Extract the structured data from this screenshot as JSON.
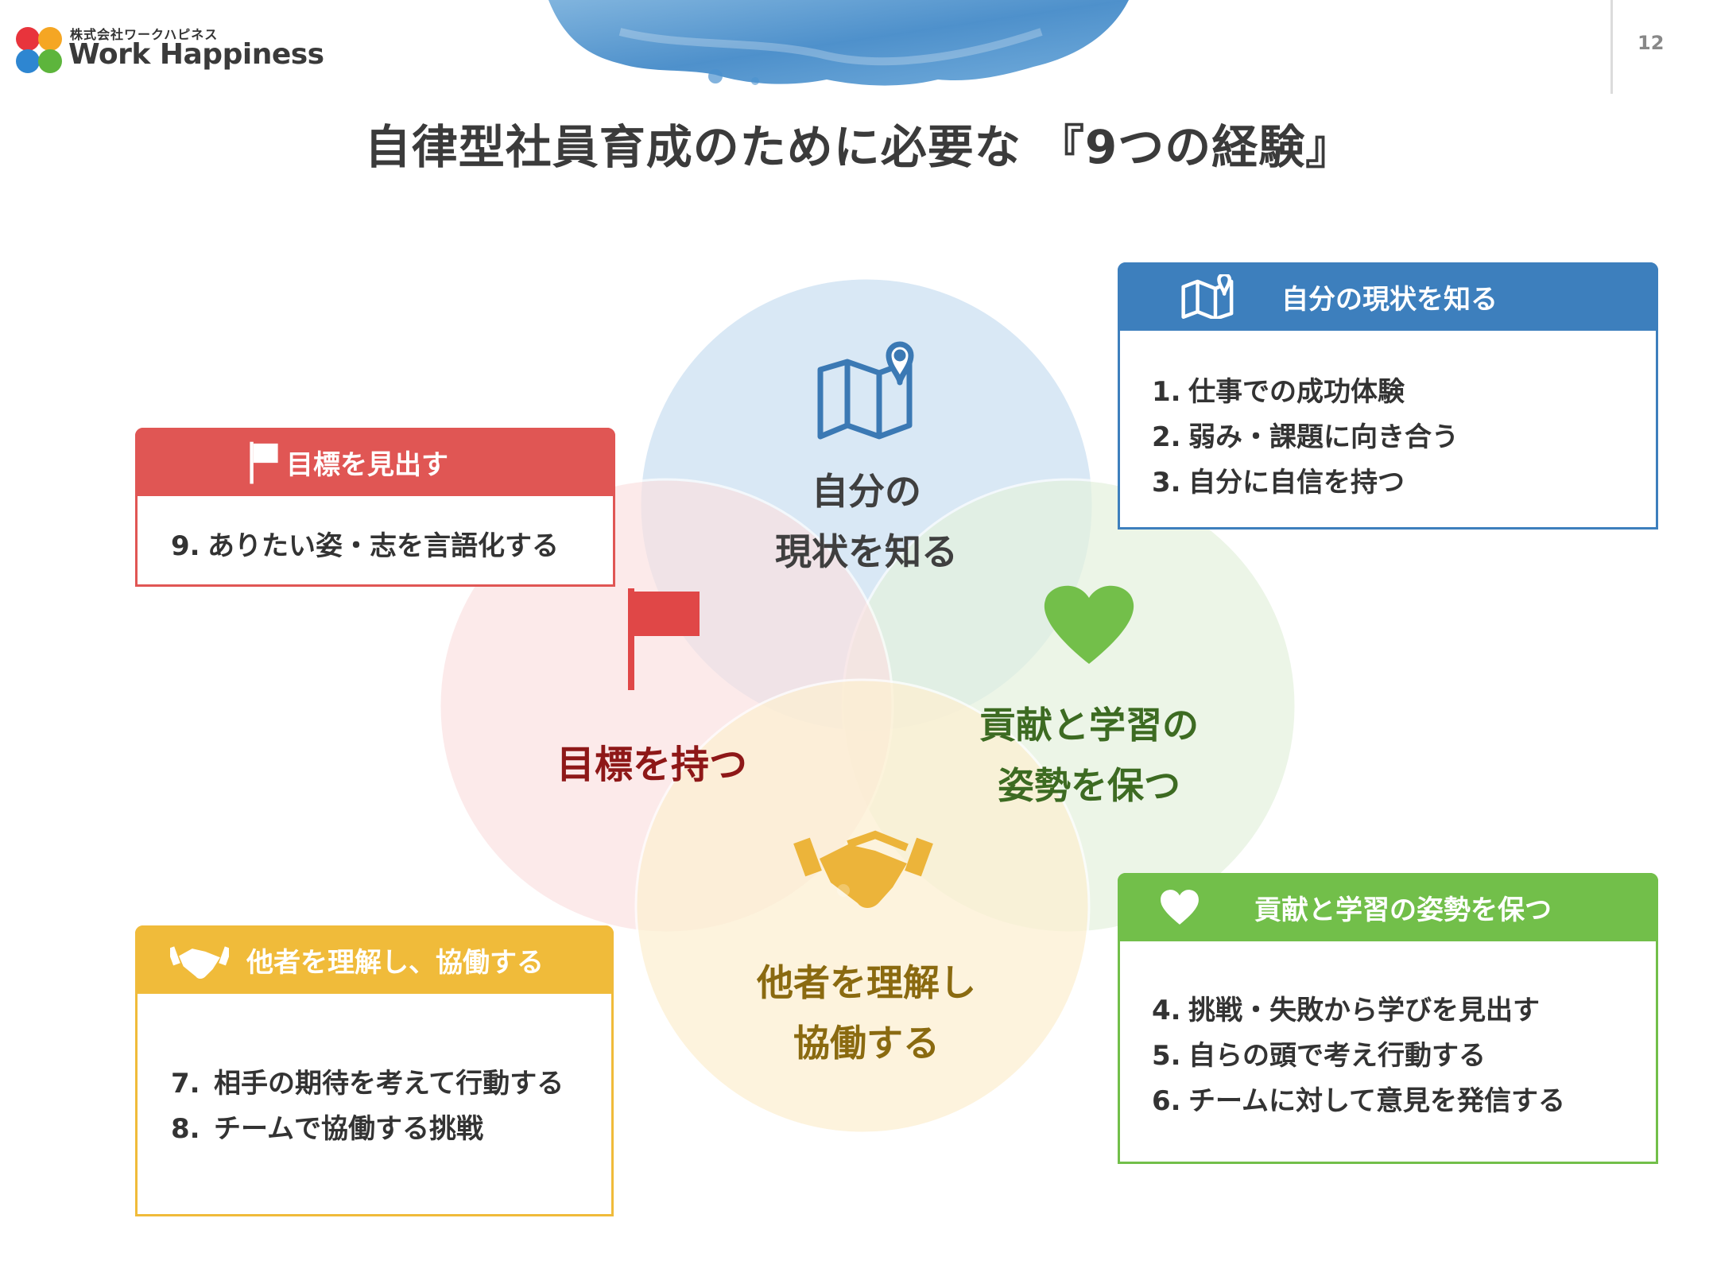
{
  "logo": {
    "company_sub": "株式会社ワークハピネス",
    "company_name": "Work Happiness"
  },
  "page_number": "12",
  "title": "自律型社員育成のために必要な 『9つの経験』",
  "diagram": {
    "circles": [
      {
        "key": "know_self",
        "label_lines": [
          "自分の",
          "現状を知る"
        ],
        "fill": "#d6e6f4",
        "icon": "map-pin-icon"
      },
      {
        "key": "goal",
        "label_lines": [
          "目標を持つ"
        ],
        "fill": "#fce6e6",
        "icon": "flag-icon"
      },
      {
        "key": "contribute",
        "label_lines": [
          "貢献と学習の",
          "姿勢を保つ"
        ],
        "fill": "#e6f3e0",
        "icon": "heart-icon"
      },
      {
        "key": "collaborate",
        "label_lines": [
          "他者を理解し",
          "協働する"
        ],
        "fill": "#fdf1d4",
        "icon": "handshake-icon"
      }
    ]
  },
  "cards": {
    "know_self": {
      "header": "自分の現状を知る",
      "color": "#3d7fbd",
      "items": [
        {
          "num": "1.",
          "text": "仕事での成功体験"
        },
        {
          "num": "2.",
          "text": "弱み・課題に向き合う"
        },
        {
          "num": "3.",
          "text": "自分に自信を持つ"
        }
      ]
    },
    "goal": {
      "header": "目標を見出す",
      "color": "#e05654",
      "items": [
        {
          "num": "9.",
          "text": "ありたい姿・志を言語化する"
        }
      ]
    },
    "collaborate": {
      "header": "他者を理解し、協働する",
      "color": "#f0bb3a",
      "items": [
        {
          "num": "7.",
          "text": "相手の期待を考えて行動する"
        },
        {
          "num": "8.",
          "text": "チームで協働する挑戦"
        }
      ]
    },
    "contribute": {
      "header": "貢献と学習の姿勢を保つ",
      "color": "#72bf4a",
      "items": [
        {
          "num": "4.",
          "text": "挑戦・失敗から学びを見出す"
        },
        {
          "num": "5.",
          "text": "自らの頭で考え行動する"
        },
        {
          "num": "6.",
          "text": "チームに対して意見を発信する"
        }
      ]
    }
  }
}
